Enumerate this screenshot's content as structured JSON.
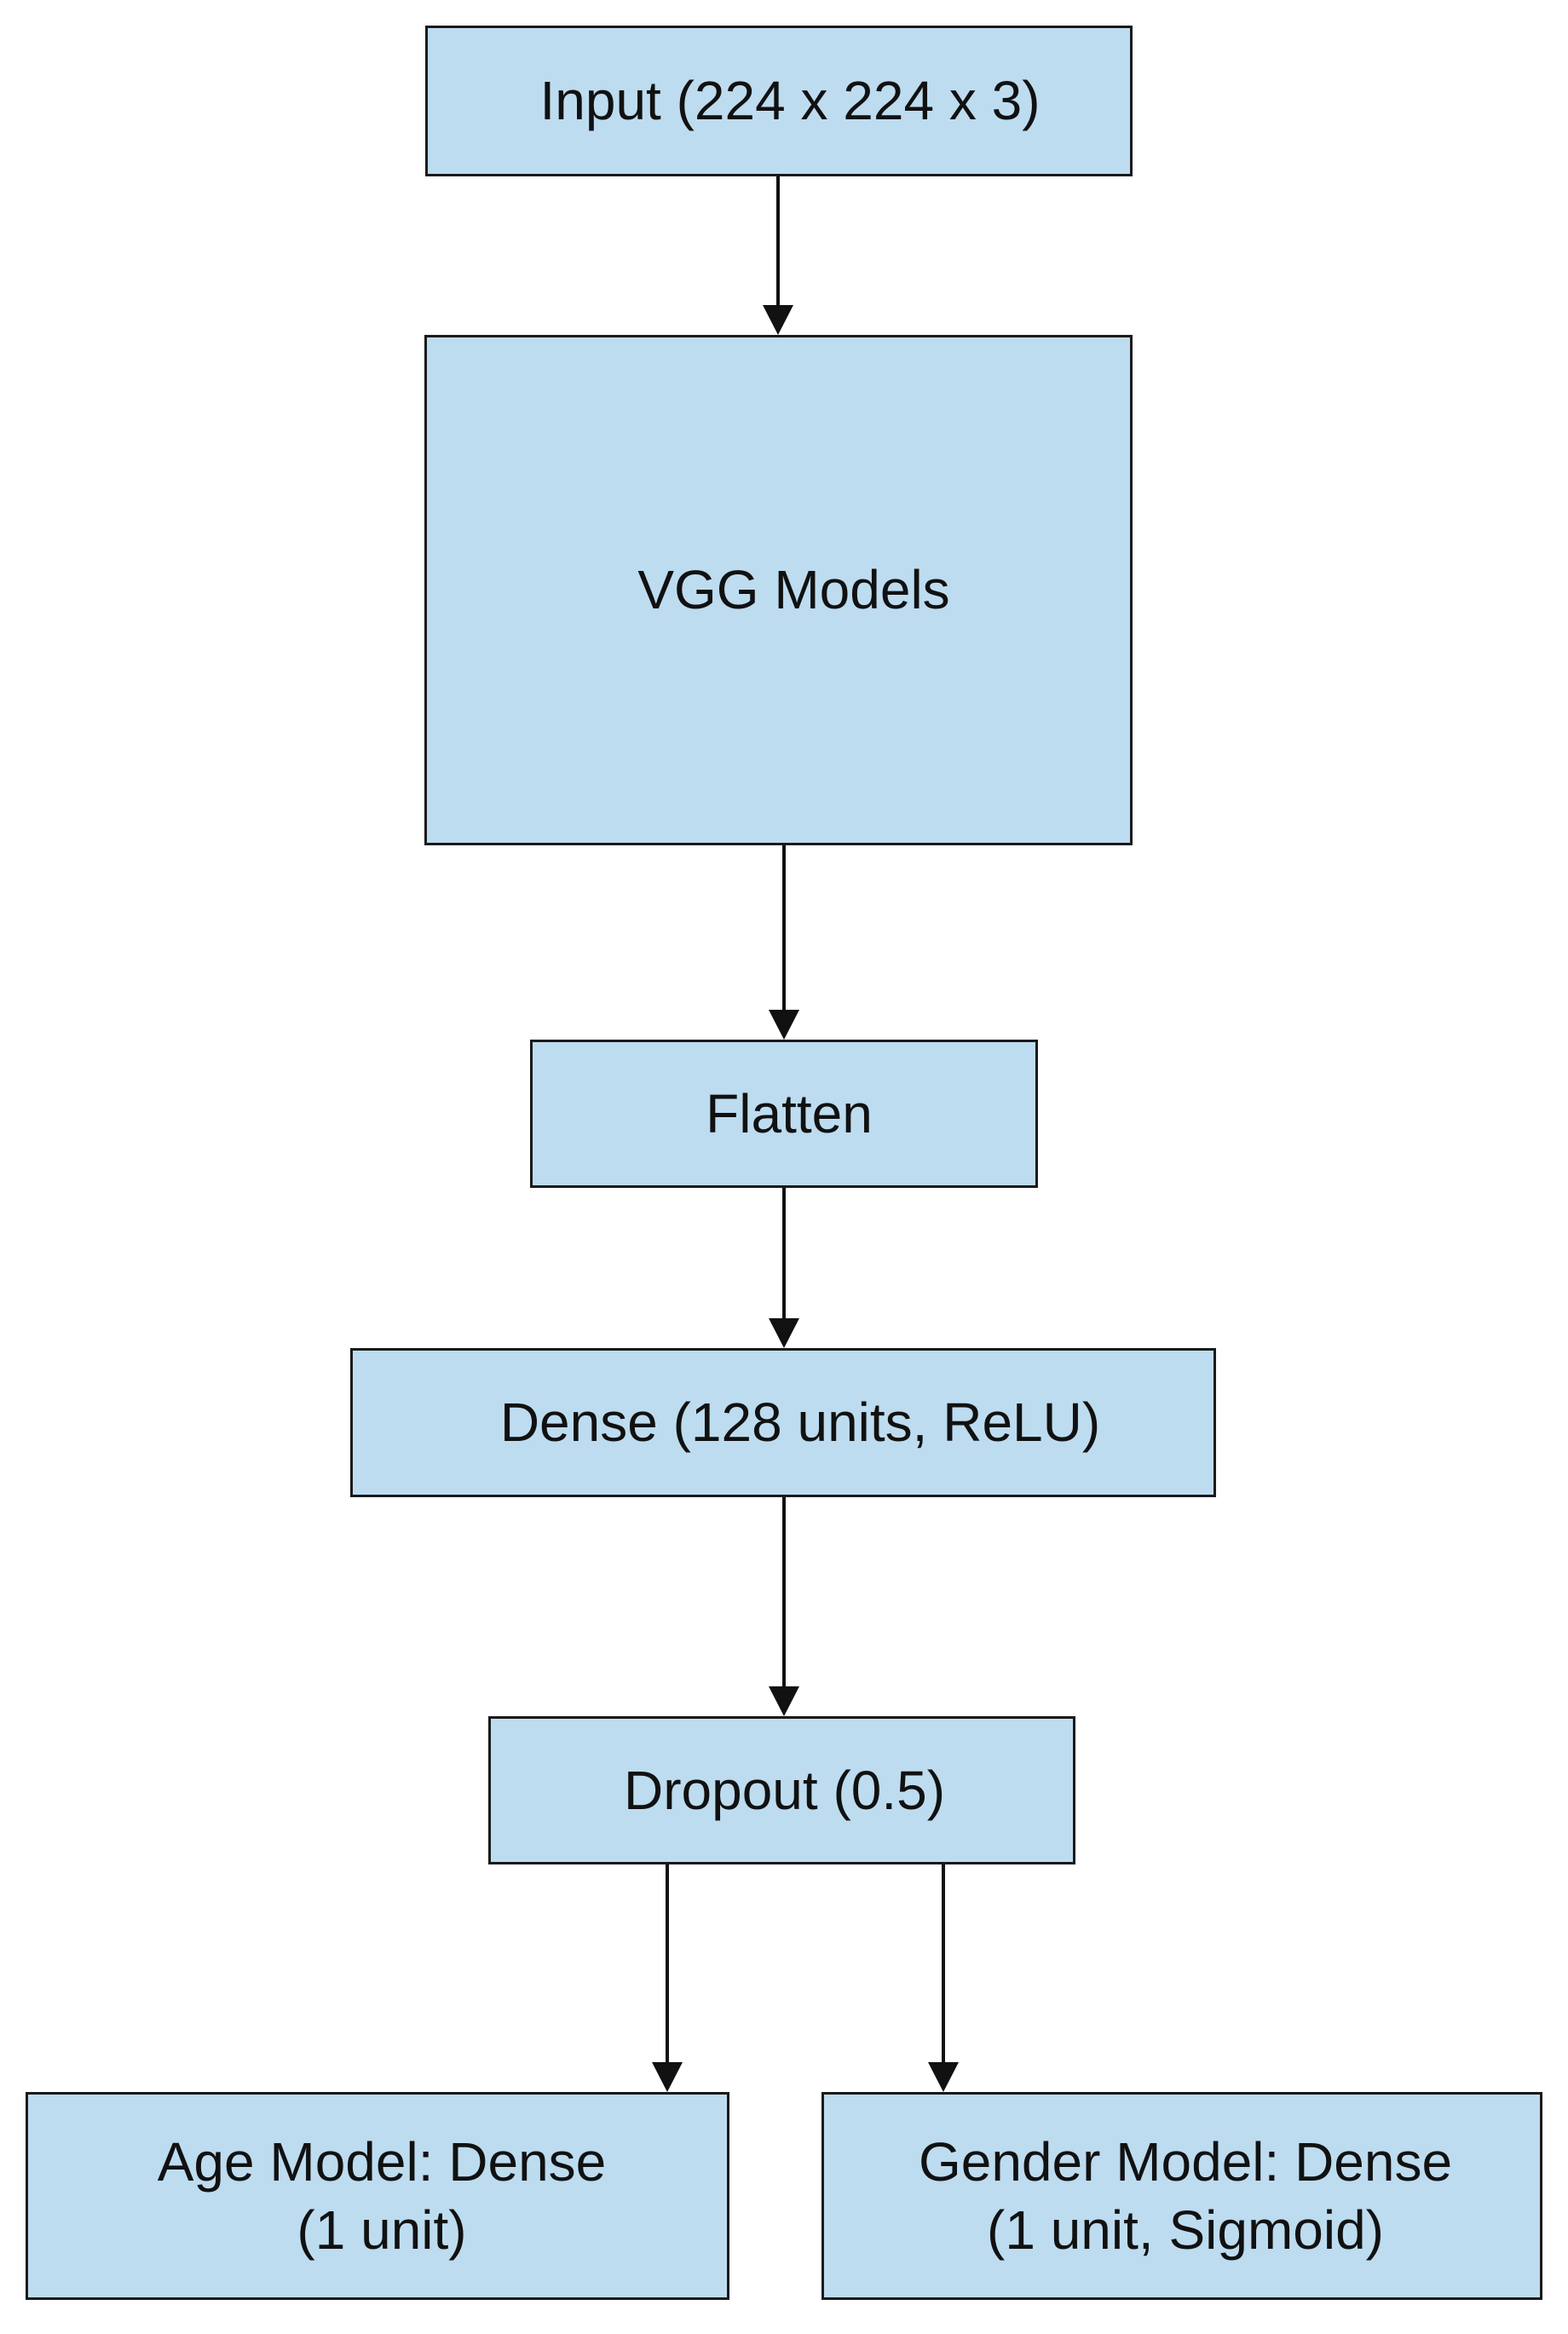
{
  "diagram": {
    "nodes": {
      "input": {
        "label": "Input (224 x 224 x 3)"
      },
      "vgg": {
        "label": "VGG Models"
      },
      "flatten": {
        "label": "Flatten"
      },
      "dense": {
        "label": "Dense (128 units, ReLU)"
      },
      "dropout": {
        "label": "Dropout (0.5)"
      },
      "age": {
        "line1": "Age Model: Dense",
        "line2": "(1 unit)"
      },
      "gender": {
        "line1": "Gender Model: Dense",
        "line2": "(1 unit, Sigmoid)"
      }
    },
    "colors": {
      "box_fill": "#bddcf0",
      "box_border": "#1a1a1a",
      "arrow": "#111111"
    }
  }
}
